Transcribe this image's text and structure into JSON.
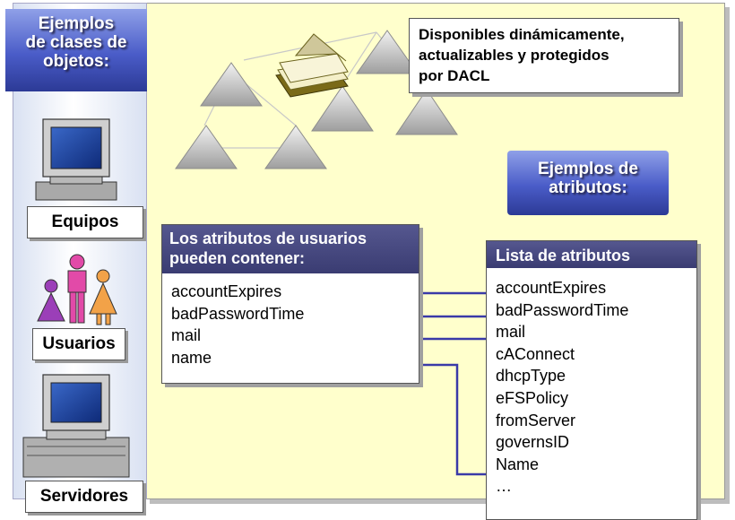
{
  "sidebar": {
    "heading": [
      "Ejemplos",
      "de clases de",
      "objetos:"
    ],
    "items": [
      {
        "label": "Equipos",
        "icon": "computer-icon"
      },
      {
        "label": "Usuarios",
        "icon": "people-icon"
      },
      {
        "label": "Servidores",
        "icon": "server-icon"
      }
    ]
  },
  "callout": {
    "lines": [
      "Disponibles dinámicamente,",
      "actualizables y protegidos",
      "por DACL"
    ]
  },
  "attr_examples_heading": [
    "Ejemplos de",
    "atributos:"
  ],
  "user_attrs": {
    "header": [
      "Los atributos de usuarios",
      "pueden contener:"
    ],
    "items": [
      "accountExpires",
      "badPasswordTime",
      "mail",
      "name"
    ]
  },
  "attr_list": {
    "header": "Lista de atributos",
    "items": [
      "accountExpires",
      "badPasswordTime",
      "mail",
      "cAConnect",
      "dhcpType",
      "eFSPolicy",
      "fromServer",
      "governsID",
      "Name",
      "…"
    ]
  },
  "colors": {
    "panel_bg": "#ffffcc",
    "arrow": "#3a3aa8",
    "header_bg": "#3a3c72",
    "label_blue": "#4a5cc8"
  }
}
